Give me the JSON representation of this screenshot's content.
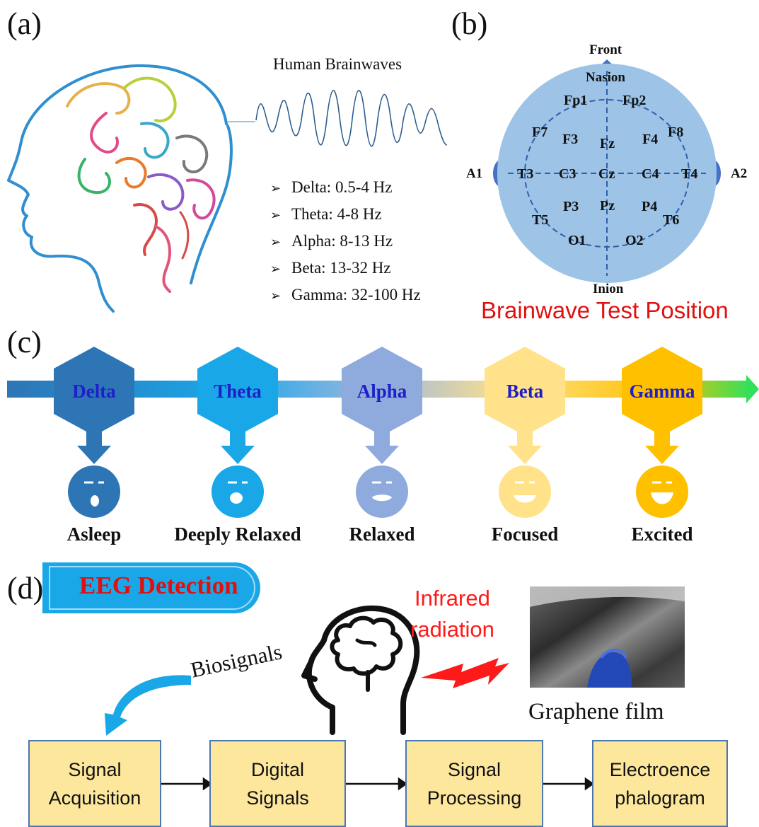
{
  "panels": {
    "a": "(a)",
    "b": "(b)",
    "c": "(c)",
    "d": "(d)"
  },
  "panel_a": {
    "wave_title": "Human Brainwaves",
    "bands": [
      "Delta: 0.5-4 Hz",
      "Theta: 4-8 Hz",
      "Alpha: 8-13 Hz",
      "Beta: 13-32 Hz",
      "Gamma: 32-100 Hz"
    ]
  },
  "panel_b": {
    "front": "Front",
    "nasion": "Nasion",
    "inion": "Inion",
    "left_ear": "A1",
    "right_ear": "A2",
    "electrodes": [
      "Fp1",
      "Fp2",
      "F7",
      "F3",
      "Fz",
      "F4",
      "F8",
      "T3",
      "C3",
      "Cz",
      "C4",
      "T4",
      "T5",
      "P3",
      "Pz",
      "P4",
      "T6",
      "O1",
      "O2"
    ],
    "caption": "Brainwave Test Position",
    "colors": {
      "head": "#9dc3e6",
      "caption": "#e01010",
      "ear": "#4472c4"
    }
  },
  "panel_c": {
    "waves": [
      {
        "name": "Delta",
        "state": "Asleep",
        "color": "#2e75b6"
      },
      {
        "name": "Theta",
        "state": "Deeply Relaxed",
        "color": "#1aa7e8"
      },
      {
        "name": "Alpha",
        "state": "Relaxed",
        "color": "#8faadc"
      },
      {
        "name": "Beta",
        "state": "Focused",
        "color": "#ffe28a"
      },
      {
        "name": "Gamma",
        "state": "Excited",
        "color": "#ffc000"
      }
    ],
    "wave_label_color": "#1f1fc8"
  },
  "panel_d": {
    "badge": "EEG Detection",
    "infrared_line1": "Infrared",
    "infrared_line2": "radiation",
    "biosignals": "Biosignals",
    "film_caption": "Graphene film",
    "steps": [
      {
        "line1": "Signal",
        "line2": "Acquisition"
      },
      {
        "line1": "Digital",
        "line2": "Signals"
      },
      {
        "line1": "Signal",
        "line2": "Processing"
      },
      {
        "line1": "Electroence",
        "line2": "phalogram"
      }
    ],
    "colors": {
      "badge_text": "#e01010",
      "badge_fill": "#1aa7e8",
      "step_fill": "#fde79d",
      "step_border": "#4a76b4"
    }
  }
}
